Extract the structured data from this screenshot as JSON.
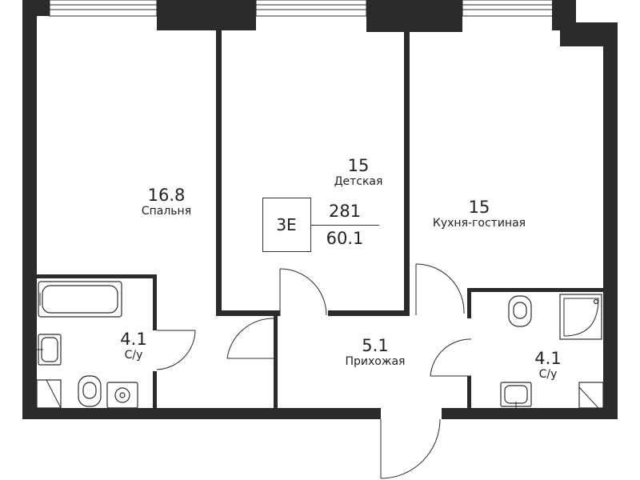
{
  "rooms": [
    {
      "id": "bedroom",
      "area": "16.8",
      "name": "Спальня"
    },
    {
      "id": "kids",
      "area": "15",
      "name": "Детская"
    },
    {
      "id": "kitchen",
      "area": "15",
      "name": "Кухня-гостиная"
    },
    {
      "id": "bath-left",
      "area": "4.1",
      "name": "С/у"
    },
    {
      "id": "hall",
      "area": "5.1",
      "name": "Прихожая"
    },
    {
      "id": "bath-right",
      "area": "4.1",
      "name": "С/у"
    }
  ],
  "badge": {
    "code": "3E",
    "number": "281",
    "total_area": "60.1"
  },
  "colors": {
    "wall": "#2b2b2b",
    "background": "#ffffff"
  }
}
